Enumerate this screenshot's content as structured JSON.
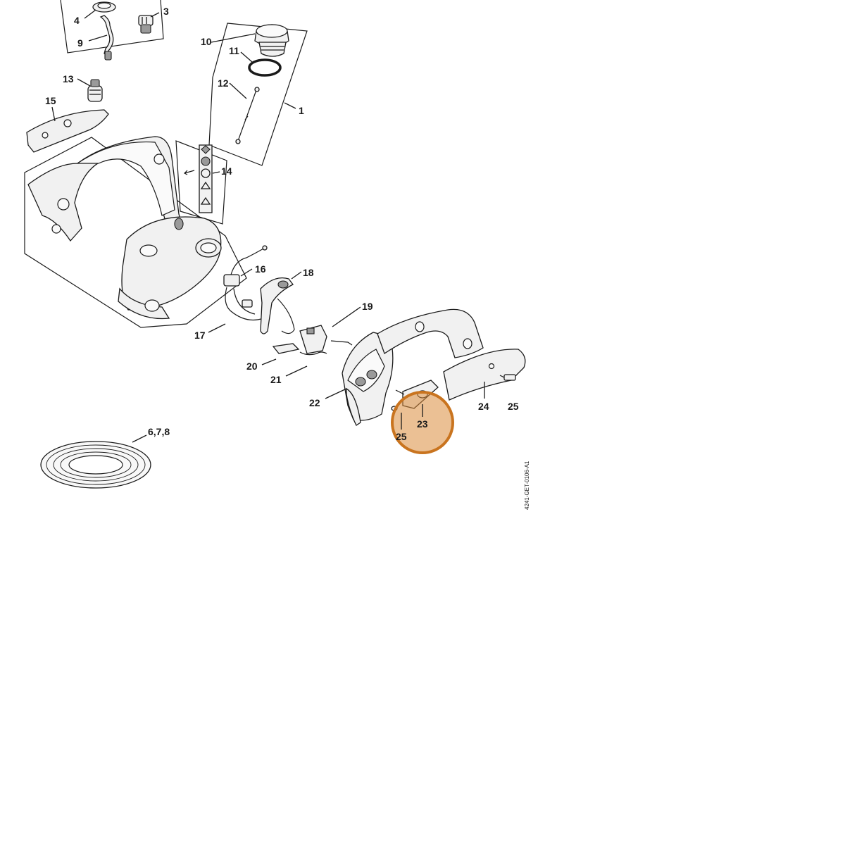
{
  "document_id": "4241-GET-0106-A1",
  "highlight_color": "#d98c3c",
  "callouts": {
    "c1": "1",
    "c3": "3",
    "c4": "4",
    "c9": "9",
    "c10": "10",
    "c11": "11",
    "c12": "12",
    "c13": "13",
    "c14": "14",
    "c15": "15",
    "c16": "16",
    "c17": "17",
    "c18": "18",
    "c19": "19",
    "c20": "20",
    "c21": "21",
    "c22": "22",
    "c23": "23",
    "c24": "24",
    "c25a": "25",
    "c25b": "25",
    "c678": "6,7,8"
  },
  "highlighted_part": "23"
}
